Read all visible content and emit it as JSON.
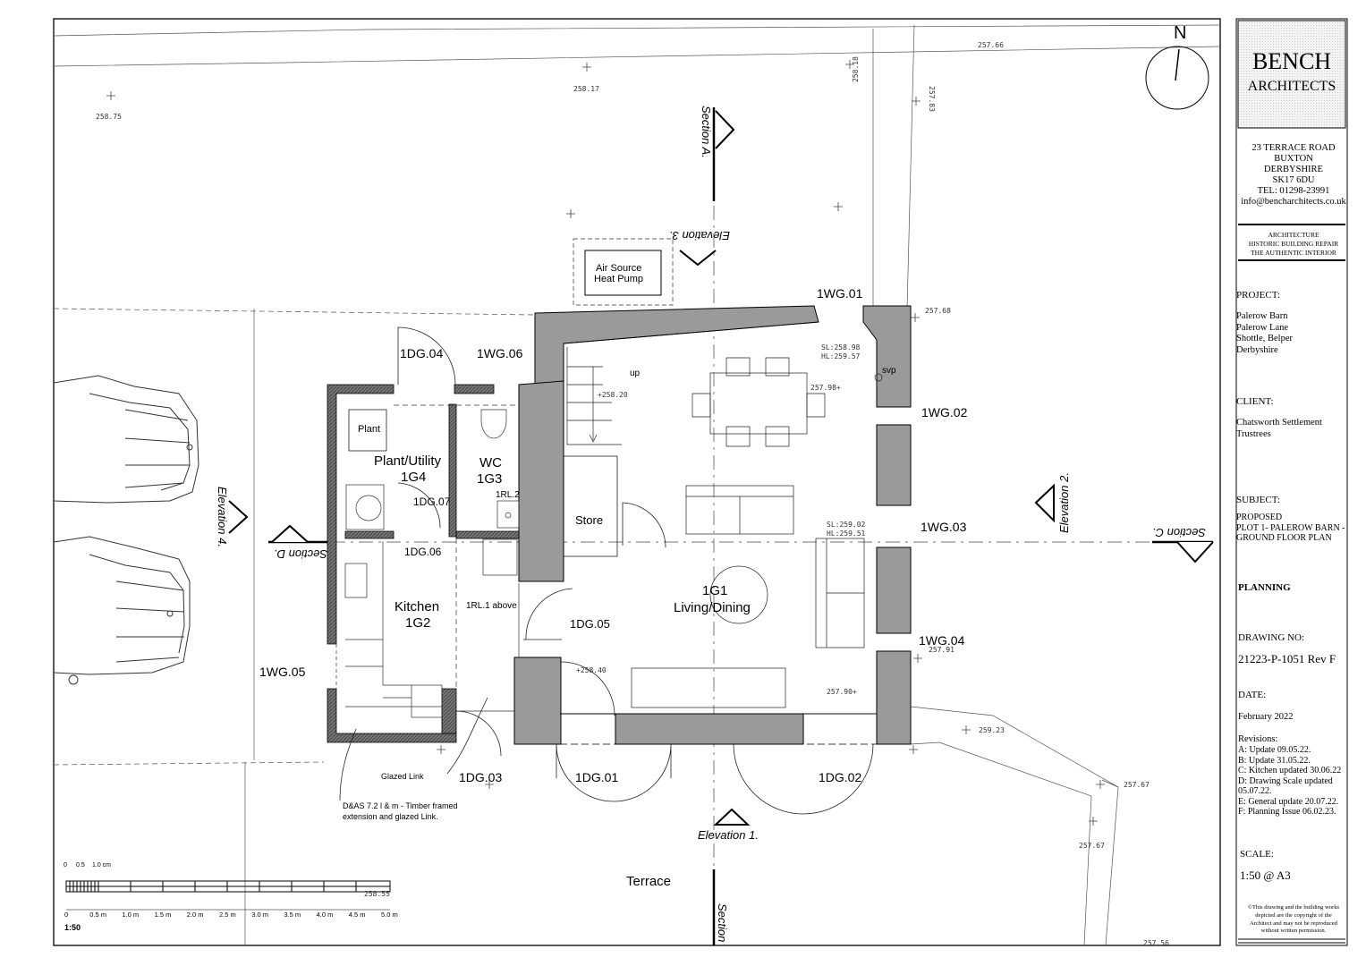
{
  "firm": {
    "name_line1": "BENCH",
    "name_line2": "ARCHITECTS",
    "address": [
      "23 TERRACE ROAD",
      "BUXTON",
      "DERBYSHIRE",
      "SK17 6DU",
      "TEL: 01298-23991",
      "info@bencharchitects.co.uk"
    ],
    "services": [
      "ARCHITECTURE",
      "HISTORIC BUILDING REPAIR",
      "THE AUTHENTIC INTERIOR"
    ]
  },
  "title_block": {
    "project_label": "PROJECT:",
    "project_lines": [
      "Palerow Barn",
      "Palerow Lane",
      "Shottle, Belper",
      "Derbyshire"
    ],
    "client_label": "CLIENT:",
    "client_lines": [
      "Chatsworth Settlement",
      "Trustrees"
    ],
    "subject_label": "SUBJECT:",
    "subject_lines": [
      "PROPOSED",
      "PLOT 1- PALEROW BARN -",
      "GROUND FLOOR PLAN"
    ],
    "status": "PLANNING",
    "drawing_no_label": "DRAWING NO:",
    "drawing_no": "21223-P-1051 Rev F",
    "date_label": "DATE:",
    "date": "February 2022",
    "revisions_label": "Revisions:",
    "revisions": [
      "A: Update 09.05.22.",
      "B: Update 31.05.22.",
      "C: Kitchen updated 30.06.22",
      "D: Drawing Scale updated",
      "05.07.22.",
      "E: General update 20.07.22.",
      "F: Planning Issue 06.02.23."
    ],
    "scale_label": "SCALE:",
    "scale": "1:50  @ A3",
    "copyright": [
      "©This drawing and the building works",
      "depicted are the copyright of the",
      "Architect and may not be reproduced",
      "without written permission."
    ]
  },
  "north_label": "N",
  "rooms": {
    "plant_box": "Plant",
    "plant_utility": "Plant/Utility",
    "plant_utility_code": "1G4",
    "wc": "WC",
    "wc_code": "1G3",
    "store": "Store",
    "kitchen": "Kitchen",
    "kitchen_code": "1G2",
    "living_code": "1G1",
    "living": "Living/Dining",
    "ashp_line1": "Air Source",
    "ashp_line2": "Heat Pump",
    "terrace": "Terrace",
    "stair_up": "up",
    "svp": "svp"
  },
  "openings": {
    "d04": "1DG.04",
    "w06": "1WG.06",
    "w01": "1WG.01",
    "w02": "1WG.02",
    "w03": "1WG.03",
    "w04": "1WG.04",
    "w05": "1WG.05",
    "d07": "1DG.07",
    "d06": "1DG.06",
    "d05": "1DG.05",
    "d03": "1DG.03",
    "d01": "1DG.01",
    "d02": "1DG.02",
    "rl2": "1RL.2",
    "rl1": "1RL.1 above"
  },
  "markers": {
    "section_a": "Section A.",
    "section_c": "Section C.",
    "section_d": "Section D.",
    "section_bottom": "Section",
    "elevation_1": "Elevation 1.",
    "elevation_2": "Elevation 2.",
    "elevation_3": "Elevation 3.",
    "elevation_4": "Elevation 4."
  },
  "notes": {
    "glazed_link": "Glazed Link",
    "das_line1": "D&AS 7.2 l & m -  Timber framed",
    "das_line2": "extension and glazed Link."
  },
  "levels": {
    "l1": "258.75",
    "l2": "258.17",
    "l3": "258.18",
    "l4": "257.66",
    "l5": "257.83",
    "l6": "257.68",
    "sl1": "SL:258.98",
    "hl1": "HL:259.57",
    "l7": "+258.20",
    "l8": "257.98+",
    "sl2": "SL:259.02",
    "hl2": "HL:259.51",
    "l9": "257.91",
    "l10": "+258.40",
    "l11": "257.90+",
    "l12": "259.23",
    "l13": "257.67",
    "l14": "257.67",
    "l15": "258.55",
    "l16": "257.56"
  },
  "scale_bar": {
    "top_ticks": [
      "0",
      "0.5",
      "1.0 cm"
    ],
    "ticks": [
      "0",
      "0.5 m",
      "1.0 m",
      "1.5 m",
      "2.0 m",
      "2.5 m",
      "3.0 m",
      "3.5 m",
      "4.0 m",
      "4.5 m",
      "5.0 m"
    ],
    "ratio": "1:50"
  }
}
